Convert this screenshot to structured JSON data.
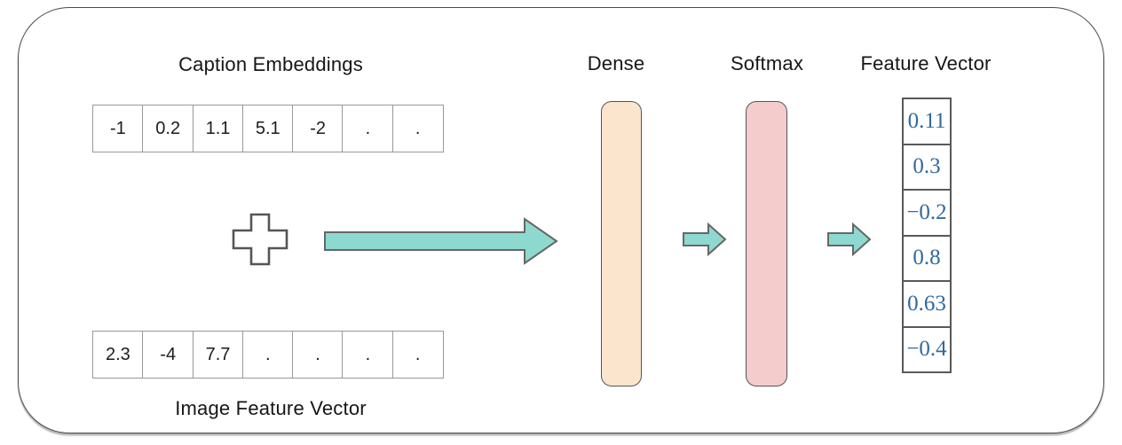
{
  "diagram": {
    "caption_embeddings": {
      "label": "Caption Embeddings",
      "cells": [
        "-1",
        "0.2",
        "1.1",
        "5.1",
        "-2",
        ".",
        "."
      ]
    },
    "image_feature_vector": {
      "label": "Image Feature Vector",
      "cells": [
        "2.3",
        "-4",
        "7.7",
        ".",
        ".",
        ".",
        "."
      ]
    },
    "dense_layer": {
      "label": "Dense"
    },
    "softmax_layer": {
      "label": "Softmax"
    },
    "feature_vector": {
      "label": "Feature Vector",
      "cells": [
        "0.11",
        "0.3",
        "−0.2",
        "0.8",
        "0.63",
        "−0.4"
      ]
    },
    "icons": {
      "plus": "plus-icon",
      "arrows": "right-arrow-icon"
    },
    "colors": {
      "dense_fill": "#fce5cd",
      "softmax_fill": "#f4cccc",
      "arrow_fill": "#8ed9cf",
      "arrow_stroke": "#666666",
      "vector_text_blue": "#31699c",
      "cell_border_gray": "#999999",
      "frame_outline": "#4a4a4a"
    }
  }
}
